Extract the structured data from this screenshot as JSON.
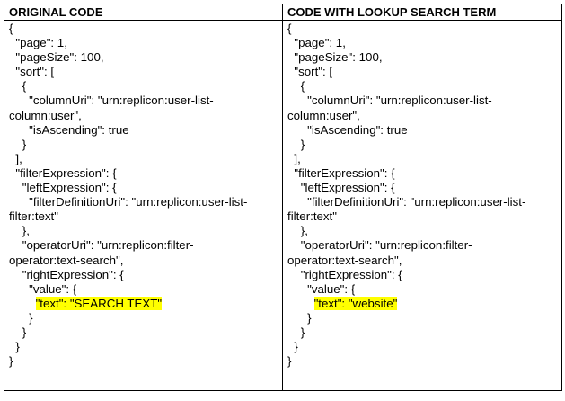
{
  "header": {
    "left_title": "ORIGINAL CODE",
    "right_title": "CODE WITH LOOKUP SEARCH TERM"
  },
  "colors": {
    "highlight": "#ffff00",
    "border": "#000000",
    "text": "#000000"
  },
  "left_code": {
    "lines": [
      "{",
      "  \"page\": 1,",
      "  \"pageSize\": 100,",
      "  \"sort\": [",
      "    {",
      "      \"columnUri\": \"urn:replicon:user-list-",
      "column:user\",",
      "      \"isAscending\": true",
      "    }",
      "  ],",
      "  \"filterExpression\": {",
      "    \"leftExpression\": {",
      "      \"filterDefinitionUri\": \"urn:replicon:user-list-",
      "filter:text\"",
      "    },",
      "    \"operatorUri\": \"urn:replicon:filter-",
      "operator:text-search\",",
      "    \"rightExpression\": {",
      "      \"value\": {",
      "        \"text\": \"SEARCH TEXT\"",
      "      }",
      "    }",
      "  }",
      "}"
    ]
  },
  "right_code": {
    "lines": [
      "{",
      "  \"page\": 1,",
      "  \"pageSize\": 100,",
      "  \"sort\": [",
      "    {",
      "      \"columnUri\": \"urn:replicon:user-list-",
      "column:user\",",
      "      \"isAscending\": true",
      "    }",
      "  ],",
      "  \"filterExpression\": {",
      "    \"leftExpression\": {",
      "      \"filterDefinitionUri\": \"urn:replicon:user-list-",
      "filter:text\"",
      "    },",
      "    \"operatorUri\": \"urn:replicon:filter-",
      "operator:text-search\",",
      "    \"rightExpression\": {",
      "      \"value\": {",
      "        \"text\": \"website\"",
      "      }",
      "    }",
      "  }",
      "}"
    ]
  }
}
